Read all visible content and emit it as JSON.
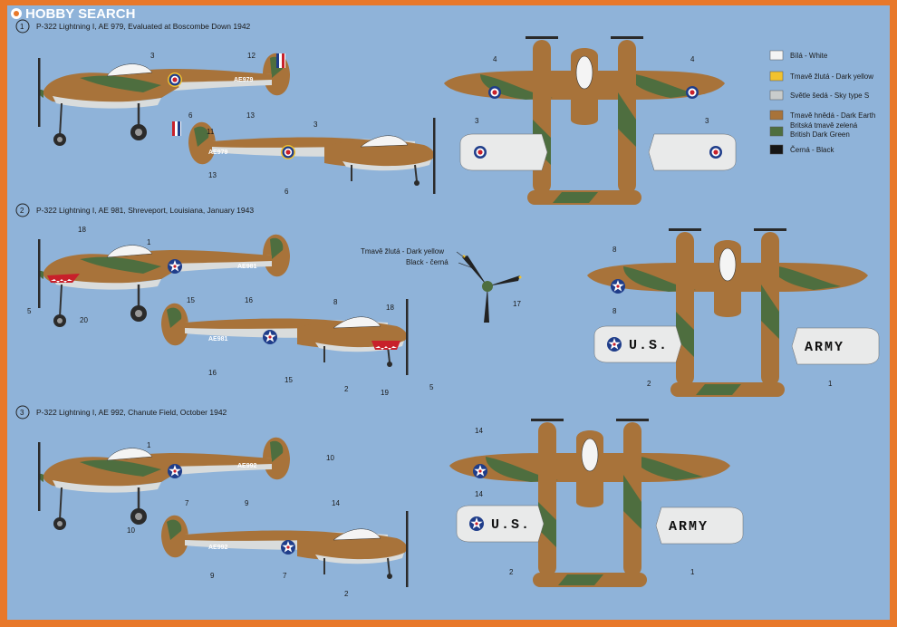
{
  "watermark": {
    "text": "HOBBY SEARCH"
  },
  "legend": [
    {
      "color": "#f4f4f4",
      "label": "Bílá - White"
    },
    {
      "color": "#f2c22e",
      "label": "Tmavě žlutá - Dark yellow"
    },
    {
      "color": "#c9cccc",
      "label": "Světle šedá - Sky type S"
    },
    {
      "color": "#a8733a",
      "label": "Tmavě hnědá - Dark Earth"
    },
    {
      "color": "#4e6e3f",
      "label": "Britská tmavě zelená"
    },
    {
      "color": "#4e6e3f",
      "label": "British Dark Green"
    },
    {
      "color": "#161616",
      "label": "Černá - Black"
    }
  ],
  "profiles": [
    {
      "number": "1",
      "caption": "P-322 Lightning I, AE 979, Evaluated at Boscombe Down 1942",
      "serial": "AE979"
    },
    {
      "number": "2",
      "caption": "P-322 Lightning I, AE 981, Shreveport, Louisiana, January 1943",
      "serial": "AE981"
    },
    {
      "number": "3",
      "caption": "P-322 Lightning I, AE 992, Chanute Field, October 1942",
      "serial": "AE992"
    }
  ],
  "propeller": {
    "label1": "Tmavě žlutá - Dark yellow",
    "label2": "Black - černá",
    "callout": "17"
  },
  "wing_text": {
    "us": "U.S.",
    "army": "ARMY"
  },
  "callouts": {
    "p1top": [
      "3",
      "12",
      "6",
      "13"
    ],
    "p1bot": [
      "11",
      "3",
      "13",
      "6"
    ],
    "p2top": [
      "18",
      "1",
      "15",
      "16",
      "5",
      "20"
    ],
    "p2bot": [
      "8",
      "18",
      "16",
      "15",
      "2",
      "19",
      "5"
    ],
    "p3top": [
      "1",
      "10",
      "7",
      "9"
    ],
    "p3bot": [
      "14",
      "10",
      "9",
      "7",
      "2"
    ],
    "plan1": [
      "4",
      "4",
      "3",
      "3"
    ],
    "plan2": [
      "8",
      "8",
      "2",
      "1"
    ],
    "plan3": [
      "14",
      "14",
      "2",
      "1"
    ]
  }
}
